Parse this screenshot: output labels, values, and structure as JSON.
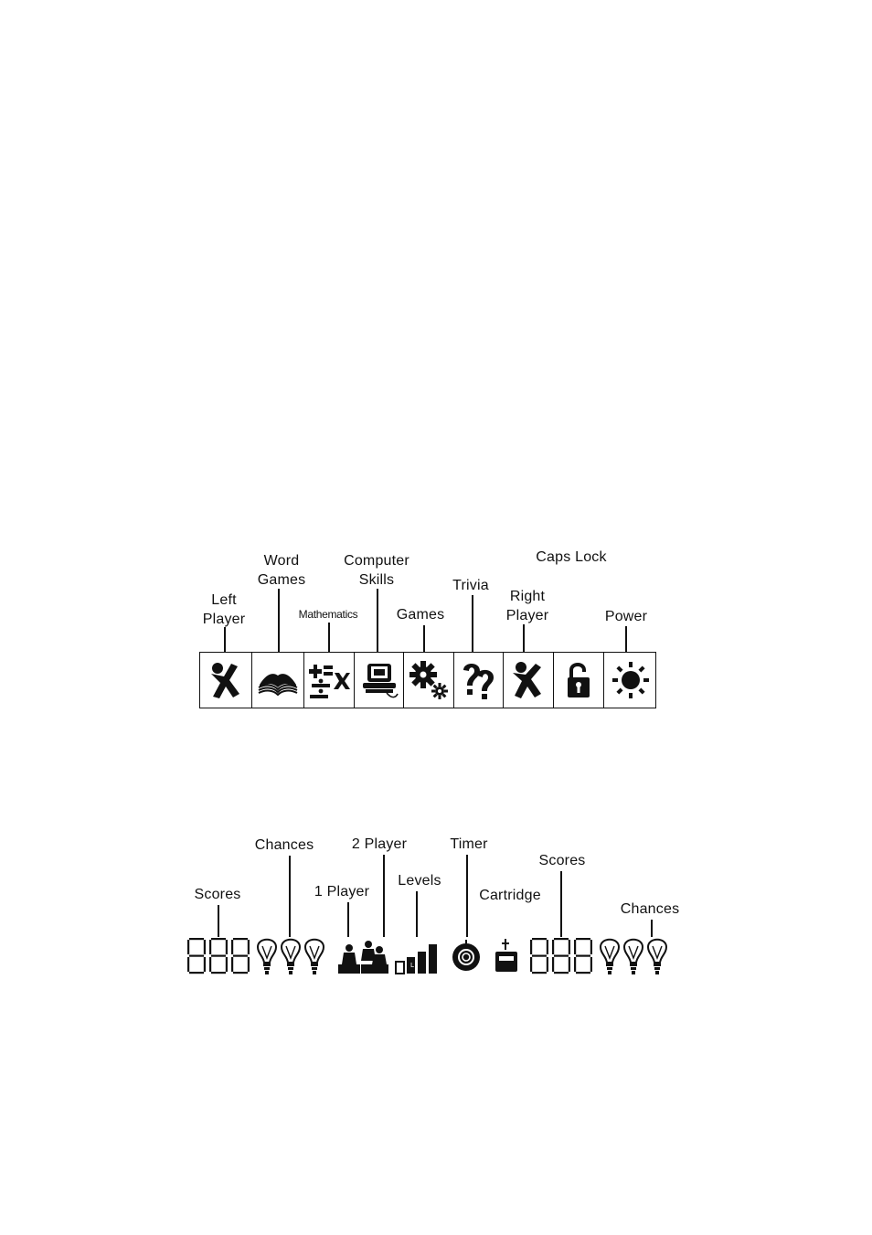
{
  "keyboard_icons": {
    "labels": {
      "left_player": [
        "Left",
        "Player"
      ],
      "word_games": [
        "Word",
        "Games"
      ],
      "mathematics": "Mathematics",
      "computer_skills": [
        "Computer",
        "Skills"
      ],
      "games": "Games",
      "trivia": "Trivia",
      "right_player": [
        "Right",
        "Player"
      ],
      "caps_lock": "Caps Lock",
      "power": "Power"
    },
    "keys": [
      "running-player-icon",
      "open-book-icon",
      "math-symbols-icon",
      "computer-icon",
      "gears-icon",
      "question-marks-icon",
      "running-player-icon",
      "padlock-icon",
      "sun-icon"
    ]
  },
  "lcd_display": {
    "labels": {
      "scores_left": "Scores",
      "chances_left": "Chances",
      "one_player": "1 Player",
      "two_player": "2 Player",
      "levels": "Levels",
      "timer": "Timer",
      "cartridge": "Cartridge",
      "scores_right": "Scores",
      "chances_right": "Chances"
    },
    "segments": {
      "left_score_digits": 3,
      "left_chance_bulbs": 3,
      "right_score_digits": 3,
      "right_chance_bulbs": 3
    }
  }
}
